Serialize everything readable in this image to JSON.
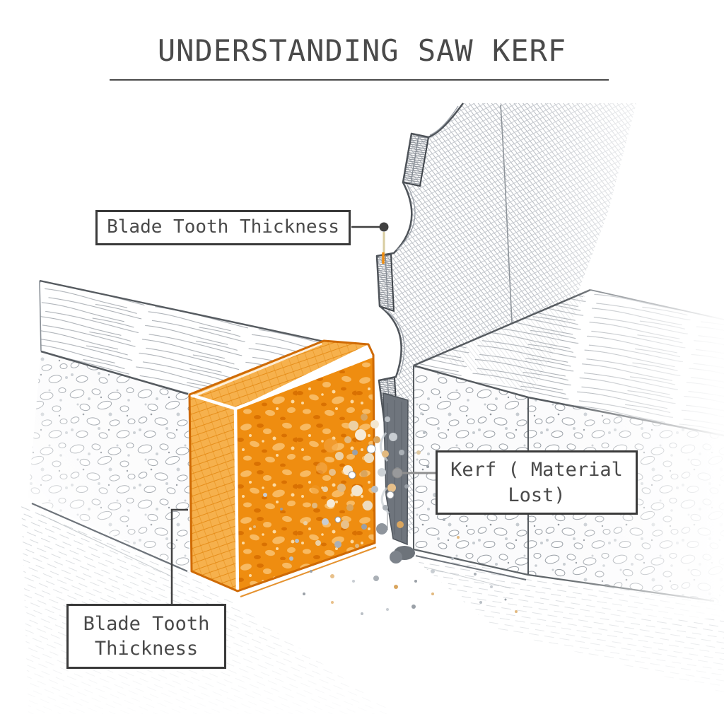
{
  "title": "UNDERSTANDING SAW KERF",
  "labels": {
    "blade_tooth_top": {
      "text": "Blade Tooth Thickness"
    },
    "kerf": {
      "lines": [
        "Kerf ( Material",
        "Lost)"
      ]
    },
    "blade_tooth_bottom": {
      "lines": [
        "Blade Tooth",
        "Thickness"
      ]
    }
  },
  "colors": {
    "background": "#ffffff",
    "text": "#4a4a4a",
    "box_border": "#3a3a3a",
    "box_fill": "#ffffff",
    "sketch_line": "#565b60",
    "highlight_orange": "#ef8d10",
    "highlight_orange_dark": "#cf6a04",
    "highlight_orange_light": "#f6b14d",
    "blade_steel": "#6f757d",
    "sawdust_tan": "#e2b97f",
    "leader_dark": "#404040",
    "leader_gray": "#8f8f8f",
    "measure_tan": "#d8cda0"
  }
}
